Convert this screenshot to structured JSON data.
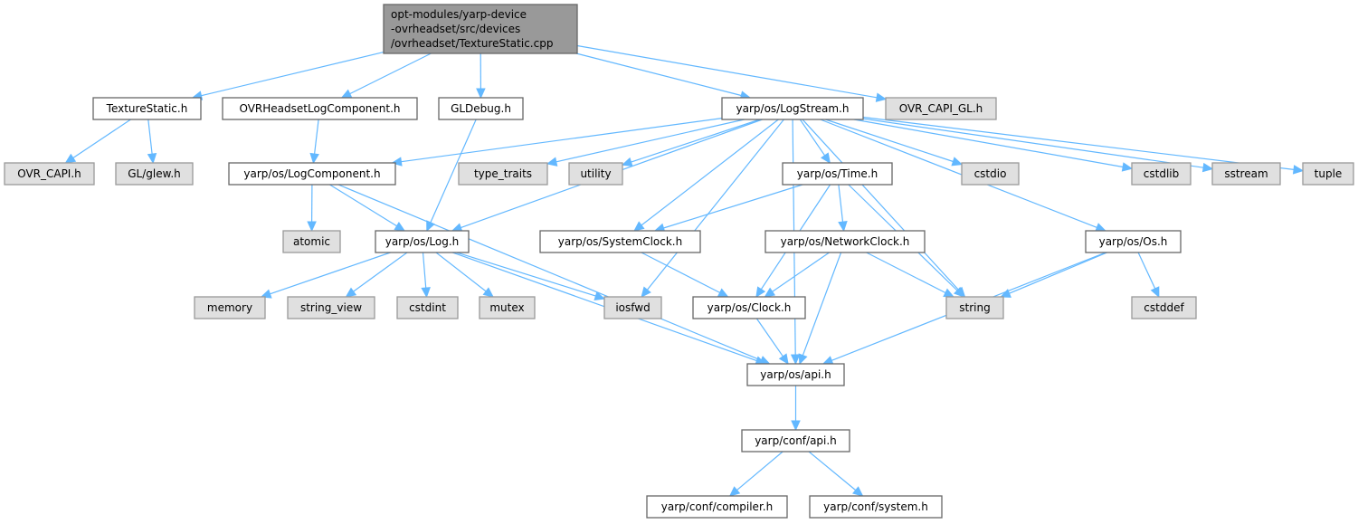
{
  "title": "Include dependency graph for TextureStatic.cpp",
  "colors": {
    "edge": "#63b8ff",
    "root_fill": "#999999",
    "system_fill": "#e0e0e0",
    "doc_fill": "#ffffff"
  },
  "nodes": {
    "root": {
      "lines": [
        "opt-modules/yarp-device",
        "-ovrheadset/src/devices",
        "/ovrheadset/TextureStatic.cpp"
      ],
      "kind": "root"
    },
    "texturestatic_h": {
      "label": "TextureStatic.h",
      "kind": "documented"
    },
    "ovrheadsetlogcomponent_h": {
      "label": "OVRHeadsetLogComponent.h",
      "kind": "documented"
    },
    "gldebug_h": {
      "label": "GLDebug.h",
      "kind": "documented"
    },
    "logstream_h": {
      "label": "yarp/os/LogStream.h",
      "kind": "documented"
    },
    "ovr_capi_gl_h": {
      "label": "OVR_CAPI_GL.h",
      "kind": "system"
    },
    "ovr_capi_h": {
      "label": "OVR_CAPI.h",
      "kind": "system"
    },
    "gl_glew_h": {
      "label": "GL/glew.h",
      "kind": "system"
    },
    "logcomponent_h": {
      "label": "yarp/os/LogComponent.h",
      "kind": "documented"
    },
    "type_traits": {
      "label": "type_traits",
      "kind": "system"
    },
    "utility": {
      "label": "utility",
      "kind": "system"
    },
    "time_h": {
      "label": "yarp/os/Time.h",
      "kind": "documented"
    },
    "cstdio": {
      "label": "cstdio",
      "kind": "system"
    },
    "cstdlib": {
      "label": "cstdlib",
      "kind": "system"
    },
    "sstream": {
      "label": "sstream",
      "kind": "system"
    },
    "tuple": {
      "label": "tuple",
      "kind": "system"
    },
    "atomic": {
      "label": "atomic",
      "kind": "system"
    },
    "log_h": {
      "label": "yarp/os/Log.h",
      "kind": "documented"
    },
    "systemclock_h": {
      "label": "yarp/os/SystemClock.h",
      "kind": "documented"
    },
    "networkclock_h": {
      "label": "yarp/os/NetworkClock.h",
      "kind": "documented"
    },
    "os_h": {
      "label": "yarp/os/Os.h",
      "kind": "documented"
    },
    "memory": {
      "label": "memory",
      "kind": "system"
    },
    "string_view": {
      "label": "string_view",
      "kind": "system"
    },
    "cstdint": {
      "label": "cstdint",
      "kind": "system"
    },
    "mutex": {
      "label": "mutex",
      "kind": "system"
    },
    "iosfwd": {
      "label": "iosfwd",
      "kind": "system"
    },
    "clock_h": {
      "label": "yarp/os/Clock.h",
      "kind": "documented"
    },
    "string": {
      "label": "string",
      "kind": "system"
    },
    "cstddef": {
      "label": "cstddef",
      "kind": "system"
    },
    "os_api_h": {
      "label": "yarp/os/api.h",
      "kind": "documented"
    },
    "conf_api_h": {
      "label": "yarp/conf/api.h",
      "kind": "documented"
    },
    "conf_compiler_h": {
      "label": "yarp/conf/compiler.h",
      "kind": "documented"
    },
    "conf_system_h": {
      "label": "yarp/conf/system.h",
      "kind": "documented"
    }
  },
  "edges": [
    [
      "root",
      "texturestatic_h"
    ],
    [
      "root",
      "ovrheadsetlogcomponent_h"
    ],
    [
      "root",
      "gldebug_h"
    ],
    [
      "root",
      "logstream_h"
    ],
    [
      "root",
      "ovr_capi_gl_h"
    ],
    [
      "texturestatic_h",
      "ovr_capi_h"
    ],
    [
      "texturestatic_h",
      "gl_glew_h"
    ],
    [
      "ovrheadsetlogcomponent_h",
      "logcomponent_h"
    ],
    [
      "gldebug_h",
      "log_h"
    ],
    [
      "logstream_h",
      "logcomponent_h"
    ],
    [
      "logstream_h",
      "type_traits"
    ],
    [
      "logstream_h",
      "utility"
    ],
    [
      "logstream_h",
      "log_h"
    ],
    [
      "logstream_h",
      "iosfwd"
    ],
    [
      "logstream_h",
      "systemclock_h"
    ],
    [
      "logstream_h",
      "time_h"
    ],
    [
      "logstream_h",
      "string"
    ],
    [
      "logstream_h",
      "cstdio"
    ],
    [
      "logstream_h",
      "os_api_h"
    ],
    [
      "logstream_h",
      "os_h"
    ],
    [
      "logstream_h",
      "cstdlib"
    ],
    [
      "logstream_h",
      "sstream"
    ],
    [
      "logstream_h",
      "tuple"
    ],
    [
      "logcomponent_h",
      "atomic"
    ],
    [
      "logcomponent_h",
      "log_h"
    ],
    [
      "logcomponent_h",
      "os_api_h"
    ],
    [
      "log_h",
      "memory"
    ],
    [
      "log_h",
      "string_view"
    ],
    [
      "log_h",
      "cstdint"
    ],
    [
      "log_h",
      "mutex"
    ],
    [
      "log_h",
      "iosfwd"
    ],
    [
      "log_h",
      "os_api_h"
    ],
    [
      "time_h",
      "systemclock_h"
    ],
    [
      "time_h",
      "networkclock_h"
    ],
    [
      "time_h",
      "clock_h"
    ],
    [
      "time_h",
      "string"
    ],
    [
      "systemclock_h",
      "clock_h"
    ],
    [
      "networkclock_h",
      "clock_h"
    ],
    [
      "networkclock_h",
      "string"
    ],
    [
      "networkclock_h",
      "os_api_h"
    ],
    [
      "clock_h",
      "os_api_h"
    ],
    [
      "os_h",
      "string"
    ],
    [
      "os_h",
      "cstddef"
    ],
    [
      "os_h",
      "os_api_h"
    ],
    [
      "os_api_h",
      "conf_api_h"
    ],
    [
      "conf_api_h",
      "conf_compiler_h"
    ],
    [
      "conf_api_h",
      "conf_system_h"
    ]
  ]
}
